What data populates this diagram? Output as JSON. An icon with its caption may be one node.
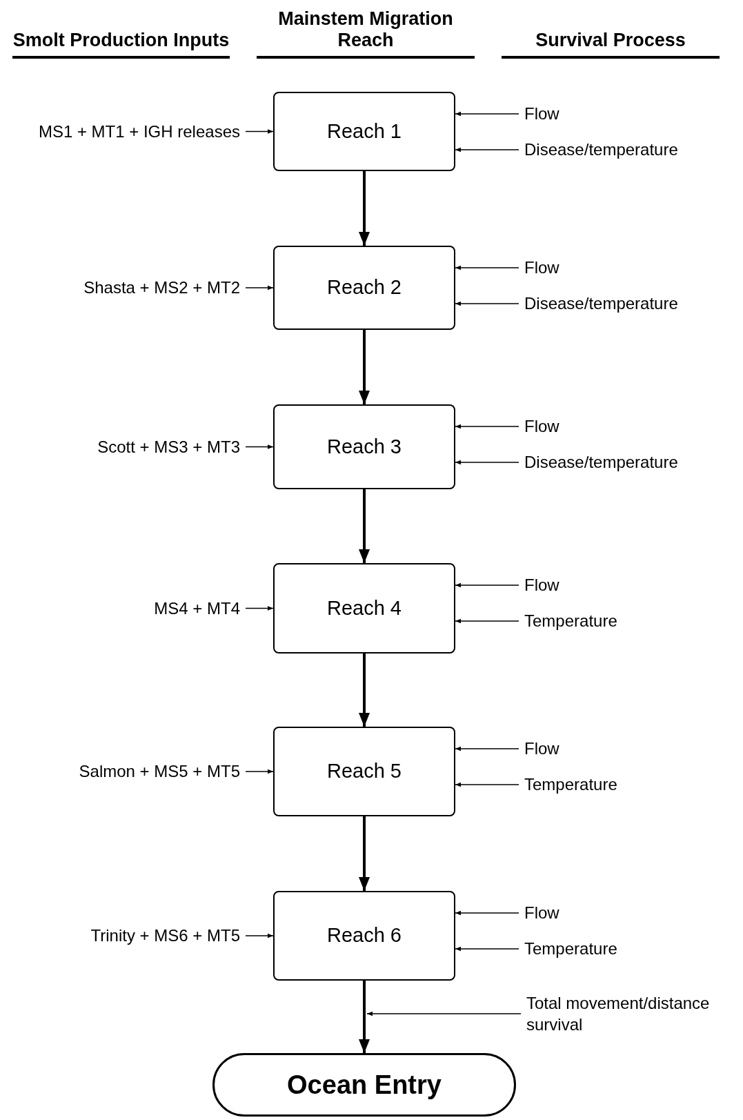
{
  "diagram": {
    "nodes": [
      {
        "text": [
          "MS1 + MT1 + IGH releases"
        ]
      },
      {
        "text": [
          "Reach 1"
        ]
      },
      {
        "text": [
          "Flow"
        ]
      },
      {
        "text": [
          "Disease/temperature"
        ]
      },
      {
        "text": [
          "Shasta + MS2 + MT2"
        ]
      },
      {
        "text": [
          "Reach 2"
        ]
      },
      {
        "text": [
          "Flow"
        ]
      },
      {
        "text": [
          "Disease/temperature"
        ]
      },
      {
        "text": [
          "Scott + MS3 + MT3"
        ]
      },
      {
        "text": [
          "Reach 3"
        ]
      },
      {
        "text": [
          "Flow"
        ]
      },
      {
        "text": [
          "Disease/temperature"
        ]
      },
      {
        "text": [
          "MS4 + MT4"
        ]
      },
      {
        "text": [
          "Reach 4"
        ]
      },
      {
        "text": [
          "Flow"
        ]
      },
      {
        "text": [
          "Temperature"
        ]
      },
      {
        "text": [
          "Salmon + MS5 + MT5"
        ]
      },
      {
        "text": [
          "Reach 5"
        ]
      },
      {
        "text": [
          "Flow"
        ]
      },
      {
        "text": [
          "Temperature"
        ]
      },
      {
        "text": [
          "Trinity + MS6 + MT5"
        ]
      },
      {
        "text": [
          "Reach 6"
        ]
      },
      {
        "text": [
          "Flow"
        ]
      },
      {
        "text": [
          "Temperature"
        ]
      },
      {
        "text": [
          "Total movement/distance survival"
        ]
      },
      {
        "text": [
          "Ocean Entry"
        ]
      }
    ],
    "edges": [
      {
        "from": 0,
        "to": 1,
        "arrow": "to"
      },
      {
        "from": 2,
        "to": 1,
        "arrow": "to"
      },
      {
        "from": 3,
        "to": 1,
        "arrow": "to"
      },
      {
        "from": 1,
        "to": 5,
        "arrow": "to",
        "style": "thick"
      },
      {
        "from": 4,
        "to": 5,
        "arrow": "to"
      },
      {
        "from": 6,
        "to": 5,
        "arrow": "to"
      },
      {
        "from": 7,
        "to": 5,
        "arrow": "to"
      },
      {
        "from": 5,
        "to": 9,
        "arrow": "to",
        "style": "thick"
      },
      {
        "from": 8,
        "to": 9,
        "arrow": "to"
      },
      {
        "from": 10,
        "to": 9,
        "arrow": "to"
      },
      {
        "from": 11,
        "to": 9,
        "arrow": "to"
      },
      {
        "from": 9,
        "to": 13,
        "arrow": "to",
        "style": "thick"
      },
      {
        "from": 12,
        "to": 13,
        "arrow": "to"
      },
      {
        "from": 14,
        "to": 13,
        "arrow": "to"
      },
      {
        "from": 15,
        "to": 13,
        "arrow": "to"
      },
      {
        "from": 13,
        "to": 17,
        "arrow": "to",
        "style": "thick"
      },
      {
        "from": 16,
        "to": 17,
        "arrow": "to"
      },
      {
        "from": 18,
        "to": 17,
        "arrow": "to"
      },
      {
        "from": 19,
        "to": 17,
        "arrow": "to"
      },
      {
        "from": 17,
        "to": 21,
        "arrow": "to",
        "style": "thick"
      },
      {
        "from": 20,
        "to": 21,
        "arrow": "to"
      },
      {
        "from": 22,
        "to": 21,
        "arrow": "to"
      },
      {
        "from": 23,
        "to": 21,
        "arrow": "to"
      },
      {
        "from": 21,
        "to": 25,
        "arrow": "to",
        "style": "thick"
      },
      {
        "from": 24,
        "to": null,
        "arrow": "to"
      }
    ],
    "labels": [
      "Smolt Production Inputs",
      "Mainstem Migration Reach",
      "Survival Process"
    ]
  }
}
